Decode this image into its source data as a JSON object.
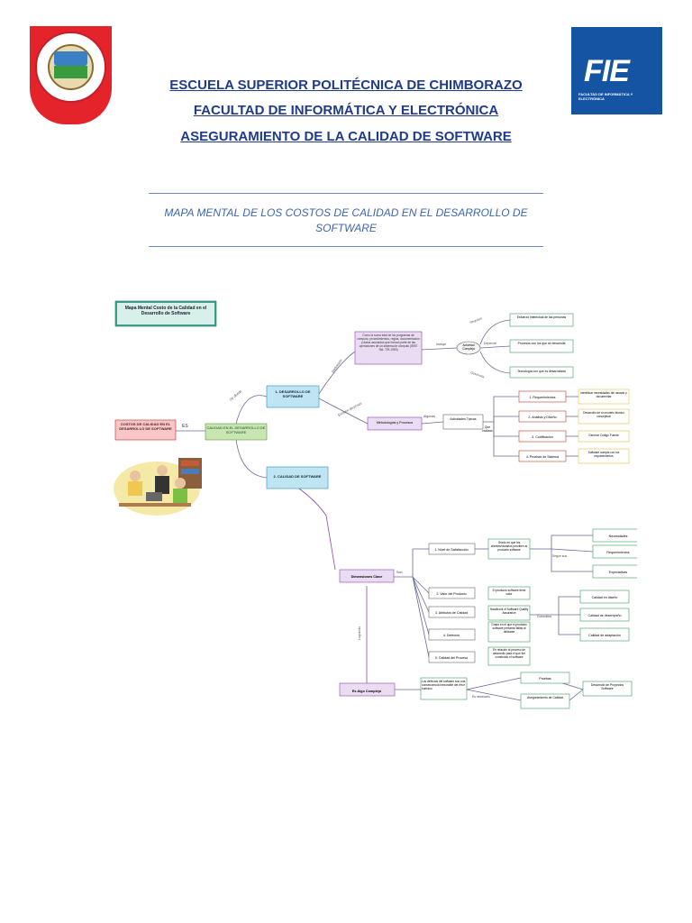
{
  "header": {
    "school": "ESCUELA SUPERIOR POLITÉCNICA DE CHIMBORAZO",
    "faculty": "FACULTAD DE INFORMÁTICA Y ELECTRÓNICA",
    "subject": "ASEGURAMIENTO DE LA CALIDAD DE SOFTWARE",
    "logo_right": "FIE",
    "logo_right_sub": "FACULTAD DE INFORMÁTICA Y ELECTRÓNICA"
  },
  "document": {
    "subtitle": "MAPA MENTAL DE LOS COSTOS DE CALIDAD EN EL DESARROLLO DE SOFTWARE"
  },
  "mindmap": {
    "title": "Mapa Mental Costo de la Calidad en el Desarrollo de Software",
    "root": "COSTOS DE CALIDAD EN EL DESARROLLO DE SOFTWARE",
    "es": "ES",
    "center": "CALIDAD EN EL DESARROLLO DE SOFTWARE",
    "se_divide": "Se divide",
    "n1": "1. DESARROLLO DE SOFTWARE",
    "n2": "2. CALIDAD DE SOFTWARE",
    "define": "Definición",
    "def_text": "Como la suma total de los programas de cómputo, procedimientos, reglas, documentación y datos asociados que forman parte de las operaciones de un sistema de cómputo (IEEE Std. 729-1983)",
    "incluye": "Incluye",
    "actividad": "Actividad Compleja",
    "requiere": "Requiere",
    "depende": "Depende",
    "desarrolla": "Desarrolla",
    "req1": "Esfuerzo intelectual de las personas",
    "req2": "Procesos con los que se desarrolla",
    "req3": "Tecnología con que es desarrollada",
    "existen": "Existen diversas",
    "metodologias": "Metodologías y Procesos",
    "algunas": "Algunas",
    "actividades": "Actividades Típicas",
    "que_realizan": "Que realizan",
    "a1": "1. Requerimientos",
    "a2": "2. Análisis y Diseño",
    "a3": "3. Codificación",
    "a4": "4. Pruebas de Sistema",
    "d1": "Identificar necesidades del usuario y documentar",
    "d2": "Desarrollo de un modelo técnico conceptual",
    "d3": "Generar Código Fuente",
    "d4": "Software cumpla con los requerimientos",
    "dimensiones": "Dimensiones Clave",
    "son": "Son:",
    "k1": "1. Nivel de Satisfacción",
    "k1d": "Grado en que los clientes/usuarios perciben al producto software",
    "segun": "Según sus",
    "s1": "Necesidades",
    "s2": "Requerimientos",
    "s3": "Expectativas",
    "k2": "2. Valor del Producto",
    "k2d": "El producto software tiene valor",
    "k3": "3. Atributos de Calidad",
    "k3d": "Handbook of Software Quality Assurance",
    "conocidos": "Conocidos",
    "c1": "Calidad en diseño",
    "c2": "Calidad de desempeño",
    "c3": "Calidad de adaptación",
    "k4": "4. Defectos",
    "k4d": "Grado en el que el producto software presenta fallas al utilizarse",
    "k5": "5. Calidad del Proceso",
    "k5d": "En relación al proceso de desarrollo para el que fue construido el software",
    "logrando": "Logrando",
    "compleja": "Es Algo Complejo",
    "comp_text": "Los defectos del software son una consecuencia inexorable del error humano.",
    "es_necesario": "Es necesario",
    "p1": "Pruebas",
    "p2": "Aseguramiento de Calidad",
    "p3": "Desarrollo de Proyectos Software"
  }
}
